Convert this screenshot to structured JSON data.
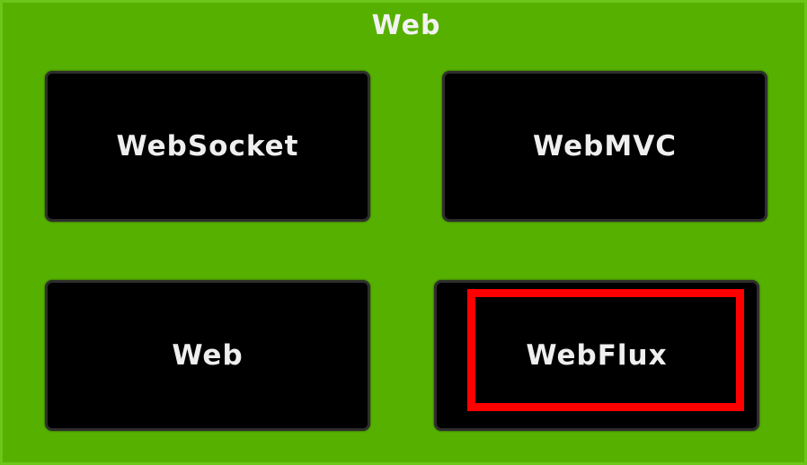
{
  "group": {
    "title": "Web",
    "color": "#56b000"
  },
  "boxes": [
    {
      "label": "WebSocket"
    },
    {
      "label": "WebMVC"
    },
    {
      "label": "Web"
    },
    {
      "label": "WebFlux",
      "highlighted": true
    }
  ],
  "highlight_color": "#ff0000"
}
